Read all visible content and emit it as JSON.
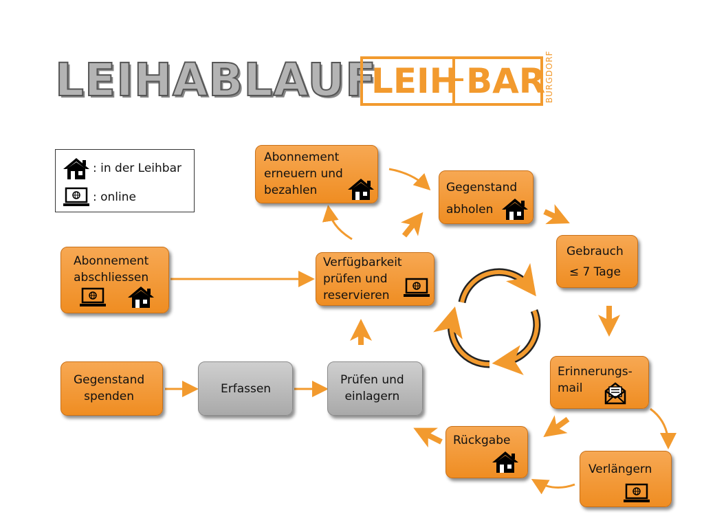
{
  "title": "LEIHABLAUF",
  "logo": {
    "left": "LEIH",
    "right": "BAR",
    "sub": "BURGDORF"
  },
  "legend": {
    "house": ": in der Leihbar",
    "laptop": ": online"
  },
  "nodes": {
    "abo_abschliessen": "Abonnement\nabschliessen",
    "abo_erneuern": "Abonnement\nerneuern und\nbezahlen",
    "verfuegbarkeit": "Verfügbarkeit\nprüfen und\nreservieren",
    "gegenstand_abholen": "Gegenstand\nabholen",
    "gebrauch": "Gebrauch\n≤ 7 Tage",
    "erinnerung": "Erinnerungs-\nmail",
    "verlaengern": "Verlängern",
    "rueckgabe": "Rückgabe",
    "gegenstand_spenden": "Gegenstand\nspenden",
    "erfassen": "Erfassen",
    "pruefen_einlagern": "Prüfen und\neinlagern"
  },
  "colors": {
    "orange": "#f29a2e",
    "grey": "#b9b9b9"
  }
}
